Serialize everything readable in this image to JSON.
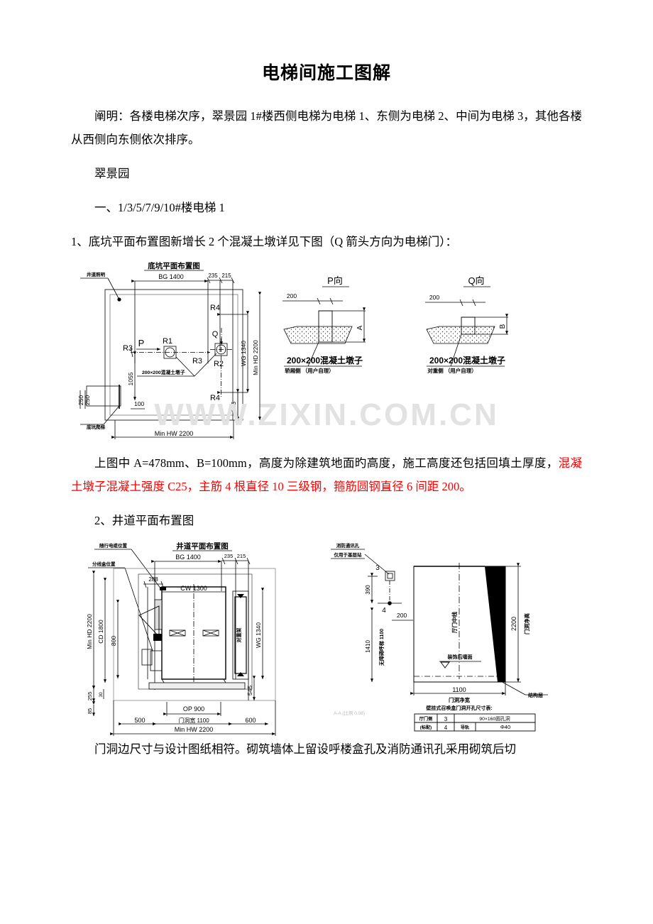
{
  "document": {
    "title": "电梯间施工图解",
    "watermark": "WWW.ZIXIN.COM.CN",
    "paragraphs": {
      "intro": "阐明：各楼电梯次序，翠景园 1#楼西侧电梯为电梯 1、东侧为电梯 2、中间为电梯 3，其他各楼从西侧向东侧依次排序。",
      "project": "翠景园",
      "section_one": "一、1/3/5/7/9/10#楼电梯 1",
      "item_one": "1、底坑平面布置图新增长 2 个混凝土墩详见下图（Q 箭头方向为电梯门）：",
      "note_black_1": "上图中 A=478mm、B=100mm，高度为除建筑地面旳高度，施工高度还包括回填土厚度，",
      "note_red_1": "混凝土墩子混凝土强度 C25，主筋 4 根直径 10 三级钢，箍筋圆钢直径 6 间距 200。",
      "item_two": "2、井道平面布置图",
      "note_bottom": "门洞边尺寸与设计图纸相符。砌筑墙体上留设呼楼盒孔及消防通讯孔采用砌筑后切"
    }
  },
  "figure_pit_plan": {
    "title": "底坑平面布置图",
    "labels": {
      "hoistway_lighting": "井道照明",
      "pit_ladder": "底坑爬梯",
      "bg": "BG 1400",
      "dim_235": "235",
      "dim_215": "215",
      "wg": "WG 1340",
      "min_hd": "Min HD 2200",
      "min_hw": "Min HW 2200",
      "dim_545": "545",
      "dim_1055": "1055",
      "dim_250_a": "250",
      "dim_250_b": "250",
      "dim_100": "100",
      "r1": "R1",
      "r2": "R2",
      "r3_left": "R3",
      "r3_mid": "R3",
      "r4_top": "R4",
      "r4_bottom": "R4",
      "arrow_p": "P",
      "arrow_q": "Q",
      "pier_callout": "200×200混凝土墩子"
    }
  },
  "figure_p_section": {
    "title": "P向",
    "dim_200": "200",
    "dim_a": "A",
    "callout_main": "200×200混凝土墩子",
    "callout_sub": "轿厢侧 （用户自理）"
  },
  "figure_q_section": {
    "title": "Q向",
    "dim_200": "200",
    "dim_b": "B",
    "callout_main": "200×200混凝土墩子",
    "callout_sub": "对重侧 （用户自理）"
  },
  "figure_shaft_plan": {
    "title": "井道平面布置图",
    "labels": {
      "travel_cable": "随行电缆位置",
      "junction_box": "分线盒位置",
      "bg": "BG 1400",
      "dim_235": "235",
      "dim_215": "215",
      "cw": "CW 1300",
      "wg": "WG 1340",
      "min_hd": "Min HD 2200",
      "cd": "CD 1800",
      "dim_800": "800",
      "dim_288": "288",
      "dim_255": "255",
      "dim_30": "30",
      "dim_85": "85",
      "dim_545": "545",
      "op": "OP 900",
      "door_opening": "门洞宽 1100",
      "dim_500": "500",
      "dim_600": "600",
      "min_hw": "Min HW 2200",
      "counterweight": "对重架"
    }
  },
  "figure_door_elevation": {
    "labels": {
      "fire_vent": "消防通讯孔",
      "fire_vent_sub": "仅用于基层站",
      "num_3": "3",
      "num_4": "4",
      "dim_390": "390",
      "dim_1410": "1410",
      "call_box": "无障碍呼梯 1100",
      "dim_200": "200",
      "center_line": "厅门中线",
      "finished_wall": "装饰后墙面",
      "dim_2200": "2200",
      "door_height": "门洞净高",
      "dim_1100": "1100",
      "door_width": "门洞净宽",
      "structure_layer": "结构层",
      "section_note": "A-A (比例 0.08)"
    },
    "table": {
      "caption": "壁挂式召唤盒门洞开孔尺寸表:",
      "rows": [
        [
          "厅门侧",
          "3",
          "90×160圆孔洞"
        ],
        [
          "(标配)",
          "4",
          "导轨",
          "Φ40"
        ]
      ]
    }
  }
}
